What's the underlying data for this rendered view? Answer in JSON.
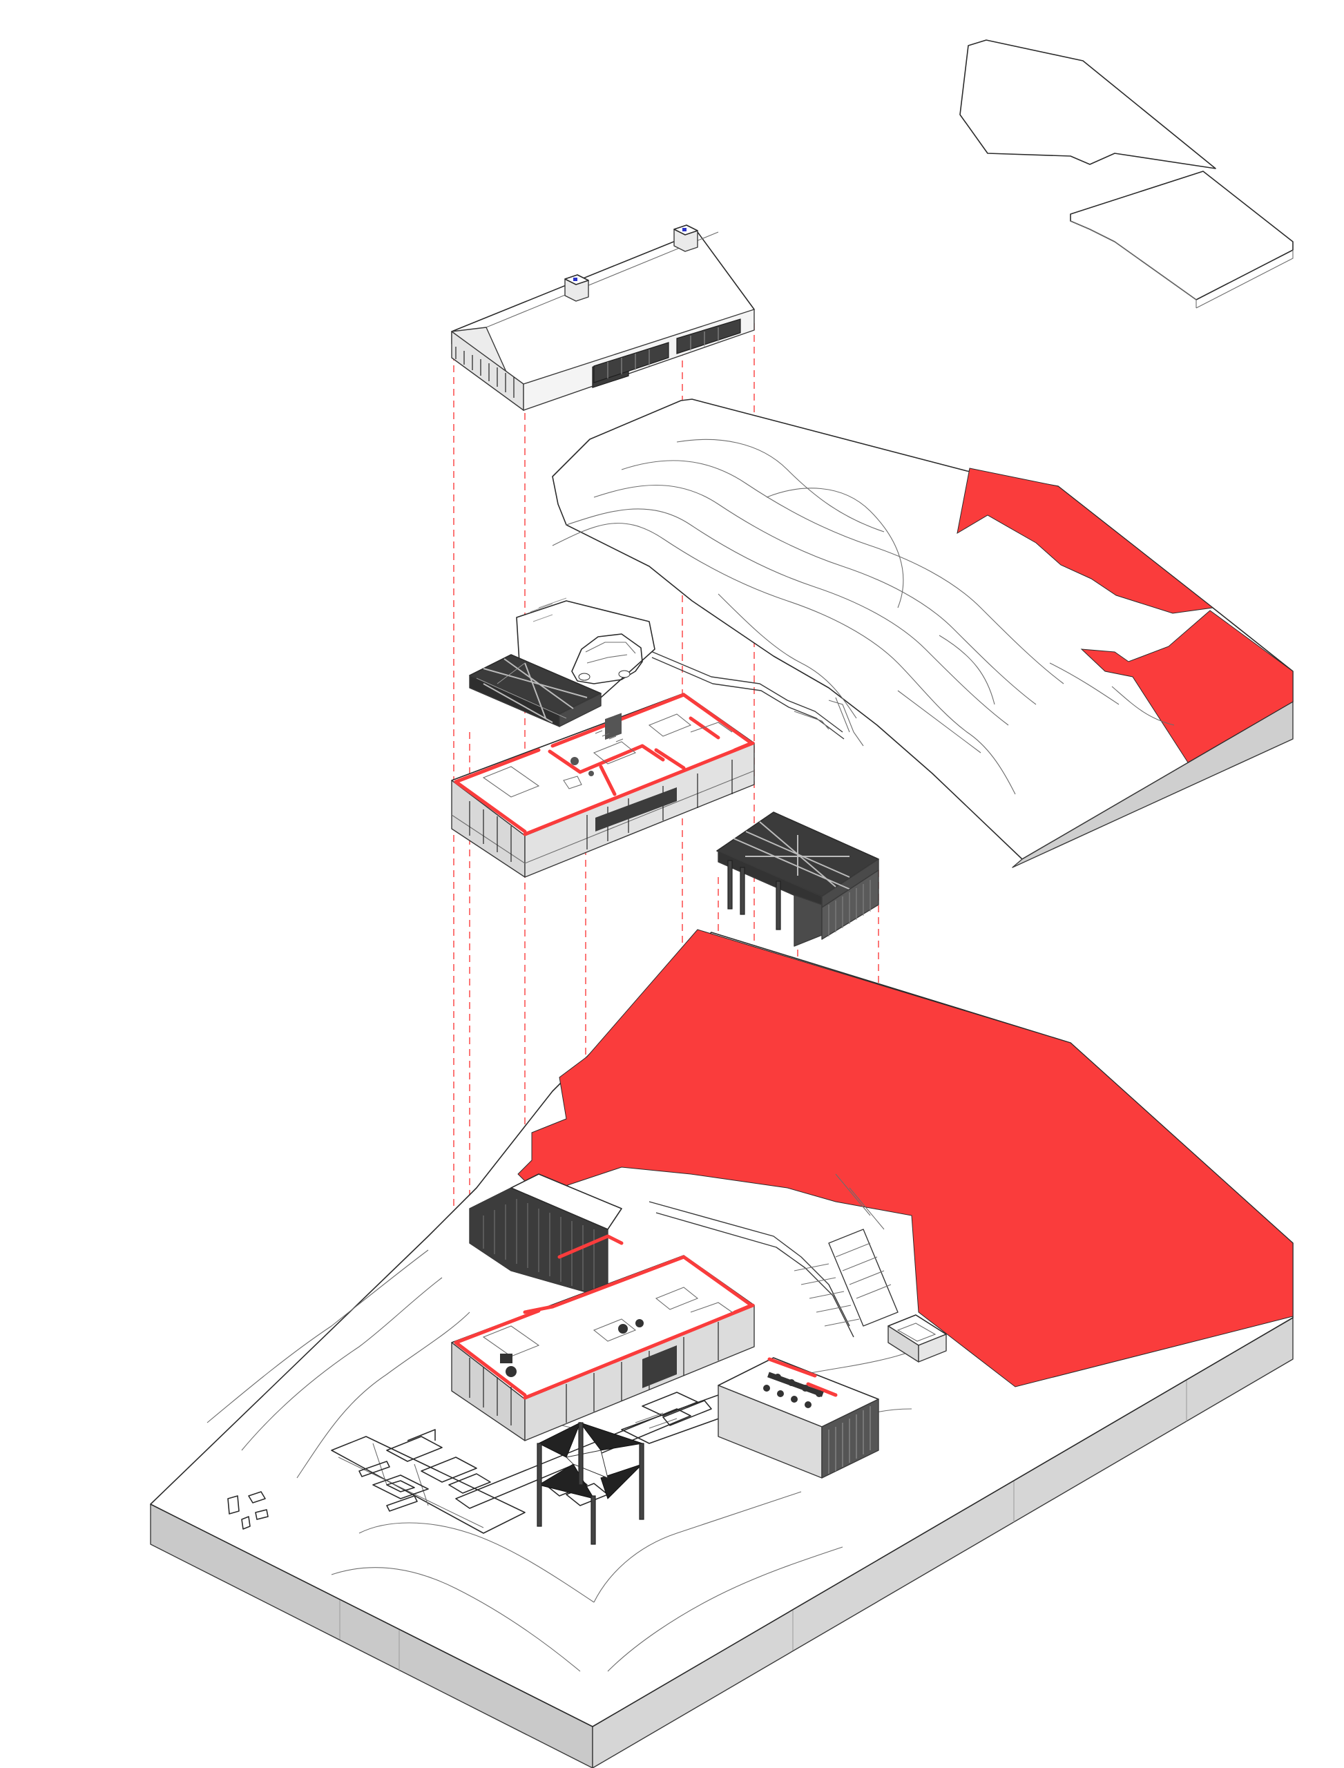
{
  "colors": {
    "accent": "#fa3c3c",
    "background": "#ffffff",
    "ground_side": "#cfcfcf",
    "ground_top": "#ffffff",
    "structure_dark": "#3b3b3b",
    "line": "#2b2b2b"
  },
  "layers": [
    "roof-plan-outline",
    "pitched-roof",
    "upper-site-terrain",
    "carport-roof",
    "upper-floor-plan",
    "pavilion-roof",
    "ground-site-model"
  ]
}
